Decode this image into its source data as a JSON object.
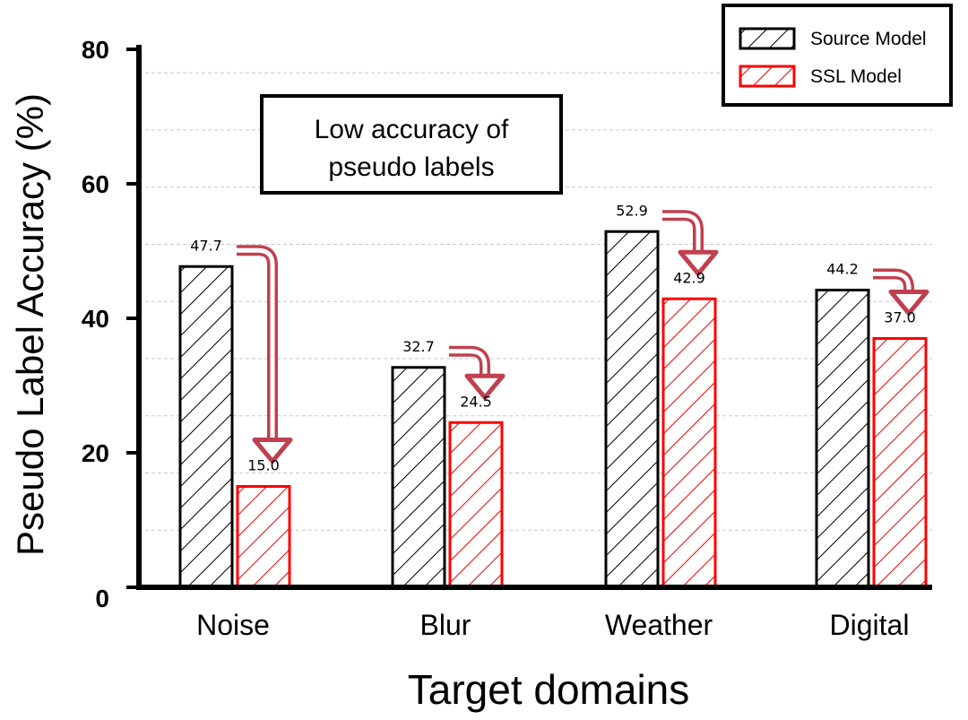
{
  "chart_data": {
    "type": "bar",
    "xlabel": "Target domains",
    "ylabel": "Pseudo Label Accuracy (%)",
    "ylim": [
      0,
      80
    ],
    "yticks": [
      0,
      20,
      40,
      60,
      80
    ],
    "grid": "horizontal dashed",
    "legend_position": "top-right",
    "categories": [
      "Noise",
      "Blur",
      "Weather",
      "Digital"
    ],
    "series": [
      {
        "name": "Source Model",
        "values": [
          47.7,
          32.7,
          52.9,
          44.2
        ],
        "labels": [
          "47.7",
          "32.7",
          "52.9",
          "44.2"
        ],
        "color": "#000000",
        "hatch": "diagonal"
      },
      {
        "name": "SSL Model",
        "values": [
          15.0,
          24.5,
          42.9,
          37.0
        ],
        "labels": [
          "15.0",
          "24.5",
          "42.9",
          "37.0"
        ],
        "color": "#ff0000",
        "hatch": "diagonal"
      }
    ],
    "annotation": {
      "lines": [
        "Low accuracy of",
        "pseudo labels"
      ]
    },
    "arrow_color": "#c0404f"
  }
}
